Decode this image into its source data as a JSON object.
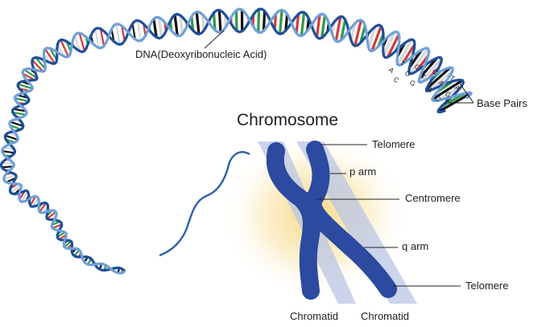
{
  "title": "Chromosome",
  "labels": {
    "dna": "DNA(Deoxyribonucleic Acid)",
    "base_pairs": "Base Pairs",
    "telomere_top": "Telomere",
    "p_arm": "p arm",
    "centromere": "Centromere",
    "q_arm": "q arm",
    "telomere_bottom": "Telomere",
    "chromatid_left": "Chromatid",
    "chromatid_right": "Chromatid"
  },
  "base_letters": [
    "A",
    "T",
    "C",
    "G",
    "C",
    "G",
    "T",
    "A",
    "C",
    "A",
    "G",
    "T",
    "A",
    "C",
    "T"
  ],
  "colors": {
    "backbone": "#1f4f9a",
    "backbone_light": "#6fa0d8",
    "chromosome": "#2b4aa0",
    "chromatid_band": "#b9c6e4",
    "glow": "#f3d27a",
    "rung_colors": [
      "#d23a3a",
      "#2f9a45",
      "#111111",
      "#d8d8d8"
    ]
  }
}
